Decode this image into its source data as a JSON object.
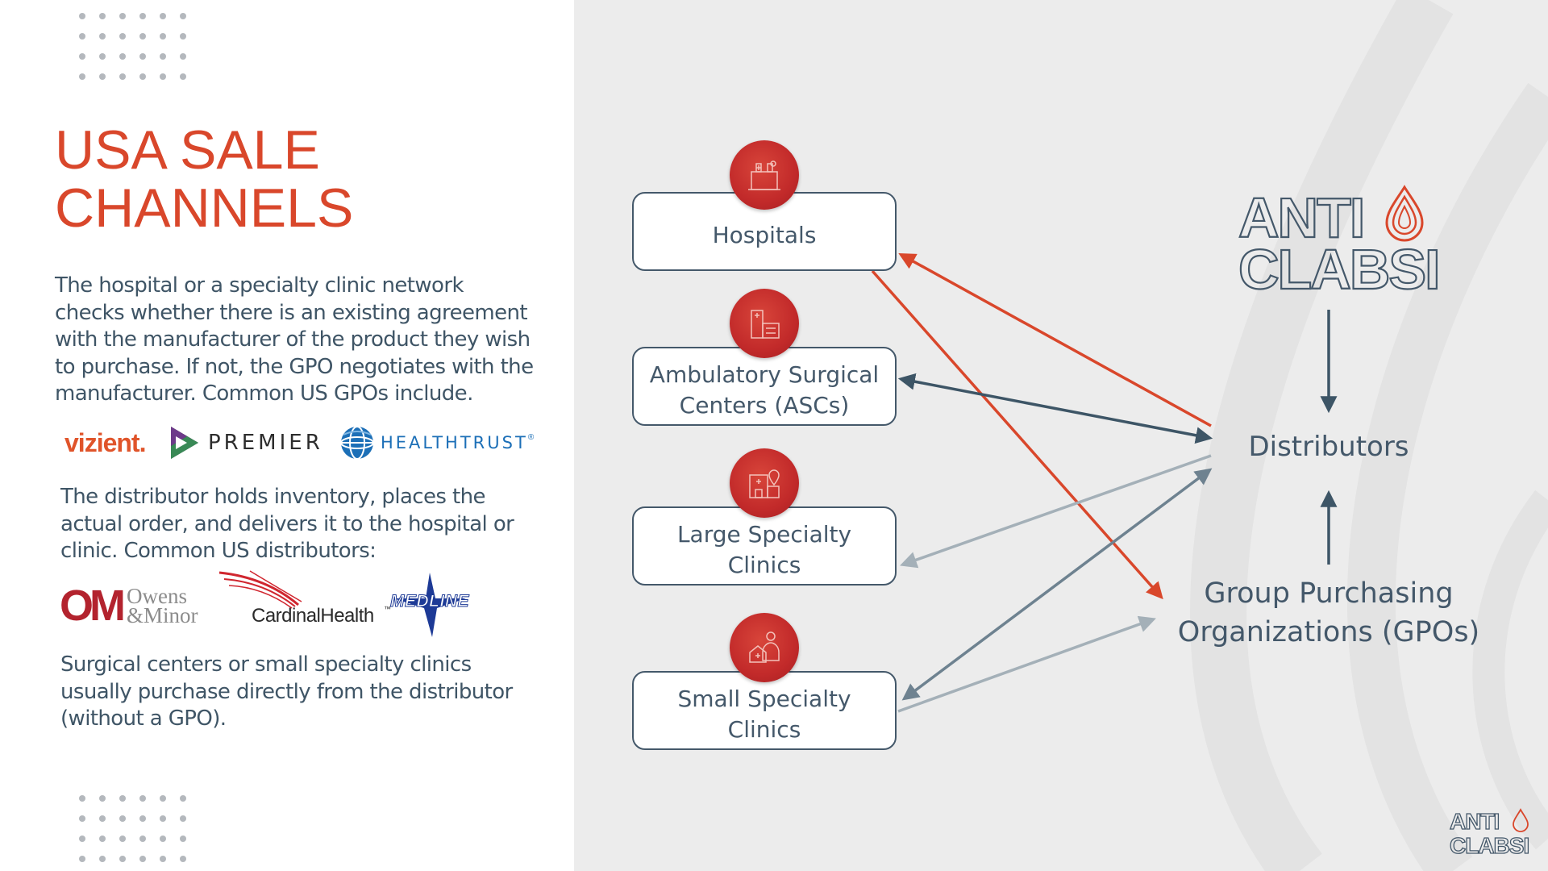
{
  "title": {
    "line1": "USA SALE",
    "line2": "CHANNELS"
  },
  "paragraphs": {
    "gpo_intro": "The hospital or a specialty clinic network checks whether there is an existing agreement with the manufacturer of the product they wish to purchase. If not, the GPO negotiates with the manufacturer. Common US GPOs include.",
    "distributor_intro": "The distributor holds inventory, places the actual order, and delivers it to the hospital or clinic. Common US distributors:",
    "direct_purchase": "Surgical centers or small specialty clinics usually purchase directly from the distributor (without a GPO)."
  },
  "gpo_logos": {
    "vizient": "vizient.",
    "premier": "PREMIER",
    "healthtrust": "HEALTHTRUST",
    "healthtrust_tm": "®"
  },
  "distributor_logos": {
    "om_mark": "OM",
    "owens_line1": "Owens",
    "owens_line2": "&Minor",
    "cardinal": "CardinalHealth",
    "cardinal_tm": "™",
    "medline": "MEDLINE"
  },
  "diagram": {
    "boxes": [
      {
        "label": "Hospitals",
        "icon": "hospital-icon"
      },
      {
        "label": "Ambulatory Surgical Centers (ASCs)",
        "icon": "surgical-center-icon"
      },
      {
        "label": "Large Specialty Clinics",
        "icon": "clinic-location-icon"
      },
      {
        "label": "Small Specialty Clinics",
        "icon": "doctor-home-icon"
      }
    ],
    "box_lines": [
      [
        "Hospitals"
      ],
      [
        "Ambulatory Surgical",
        "Centers (ASCs)"
      ],
      [
        "Large Specialty",
        "Clinics"
      ],
      [
        "Small Specialty",
        "Clinics"
      ]
    ],
    "distributors": "Distributors",
    "gpo_line1": "Group Purchasing",
    "gpo_line2": "Organizations (GPOs)",
    "brand_line1": "ANTI",
    "brand_line2": "CLABSI"
  },
  "colors": {
    "accent_red": "#d9472b",
    "text_slate": "#44586a",
    "arrow_dark": "#3d5566",
    "arrow_mid": "#6e8290",
    "arrow_light": "#a4b0b8",
    "panel_bg": "#ececec"
  }
}
